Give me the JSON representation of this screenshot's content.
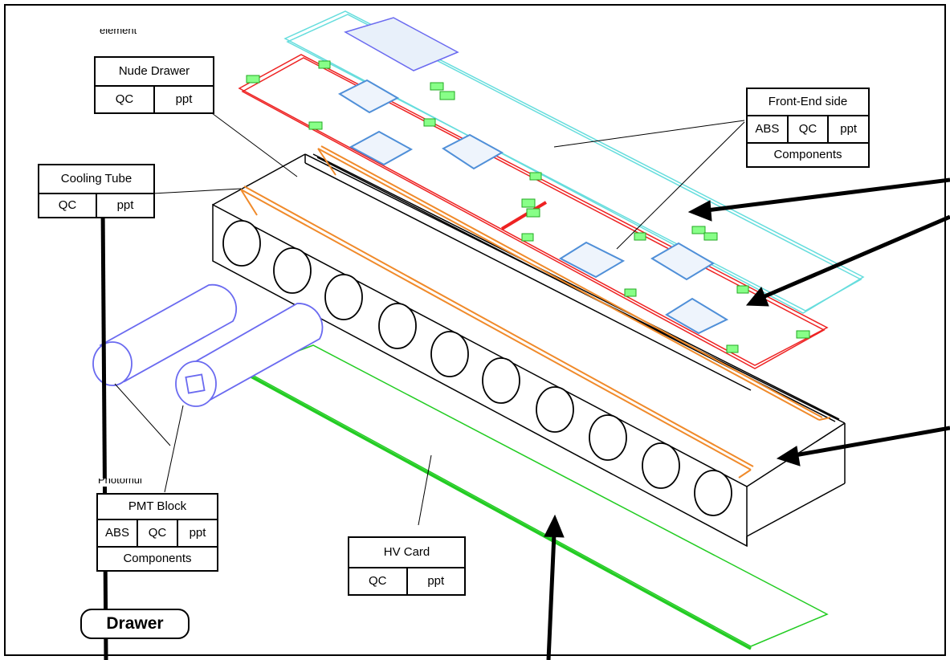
{
  "labels": {
    "nude_drawer": {
      "title": "Nude Drawer",
      "cells": [
        "QC",
        "ppt"
      ]
    },
    "cooling_tube": {
      "title": "Cooling Tube",
      "cells": [
        "QC",
        "ppt"
      ]
    },
    "front_end_side": {
      "title": "Front-End side",
      "cells": [
        "ABS",
        "QC",
        "ppt"
      ],
      "footer": "Components"
    },
    "pmt_block": {
      "title": "PMT Block",
      "cells": [
        "ABS",
        "QC",
        "ppt"
      ],
      "footer": "Components"
    },
    "hv_card": {
      "title": "HV Card",
      "cells": [
        "QC",
        "ppt"
      ]
    }
  },
  "drawer_tag": "Drawer",
  "clipped_text": {
    "top": "element",
    "pmt": "Photomul"
  },
  "colors": {
    "pmt_block": "#6a6af0",
    "hv_card": "#22cc22",
    "front_end_board_red": "#ee2222",
    "front_end_board_cyan": "#66dddd",
    "chip_blue": "#4f8fd8",
    "connector_green": "#55ee55",
    "cooling_tube": "#f08a2a"
  },
  "icons": {
    "arrows": "arrow-icon"
  }
}
